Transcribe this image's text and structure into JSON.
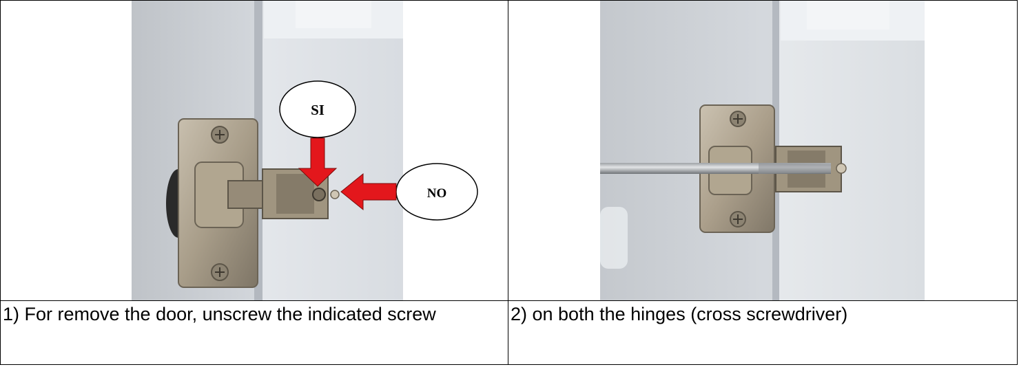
{
  "steps": [
    {
      "image": "door-hinge-photo",
      "callouts": {
        "yes_label": "SI",
        "no_label": "NO"
      },
      "caption": "1) For remove the door,  unscrew the indicated screw"
    },
    {
      "image": "screwdriver-on-hinge-photo",
      "caption": "2) on both the hinges (cross screwdriver)"
    }
  ],
  "colors": {
    "arrow": "#e3171c",
    "cabinet": "#d9dde3",
    "hinge": "#a59a86"
  }
}
